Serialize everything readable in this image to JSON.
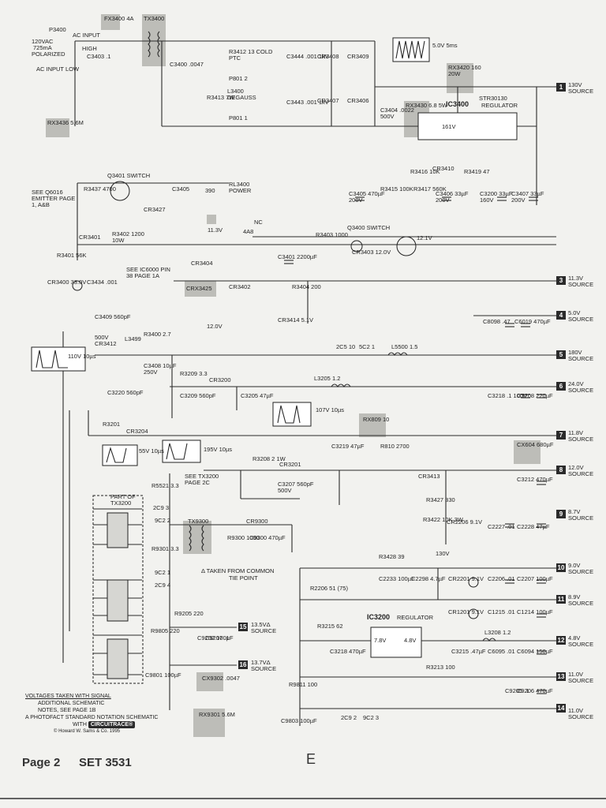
{
  "title": {
    "page": "Page 2",
    "set": "SET 3531",
    "section": "E"
  },
  "notes": {
    "voltages": "VOLTAGES TAKEN WITH SIGNAL",
    "additional_1": "ADDITIONAL SCHEMATIC",
    "additional_2": "NOTES, SEE PAGE 1B",
    "photofact": "A PHOTOFACT STANDARD NOTATION SCHEMATIC",
    "with": "WITH",
    "circuitrace": "CIRCUITRACE®",
    "copyright": "© Howard W. Sams & Co. 1995",
    "common_1": "Δ TAKEN FROM COMMON",
    "common_2": "TIE POINT"
  },
  "ac": {
    "p3400": "P3400",
    "volts": "120VAC",
    "amps": "725mA",
    "polarized": "POLARIZED",
    "input_high": "AC INPUT",
    "high": "HIGH",
    "input_low": "AC INPUT LOW"
  },
  "sources": [
    {
      "num": "1",
      "label": "130V SOURCE"
    },
    {
      "num": "3",
      "label": "11.3V SOURCE"
    },
    {
      "num": "4",
      "label": "5.0V SOURCE"
    },
    {
      "num": "5",
      "label": "180V SOURCE"
    },
    {
      "num": "6",
      "label": "24.0V SOURCE"
    },
    {
      "num": "7",
      "label": "11.8V SOURCE"
    },
    {
      "num": "8",
      "label": "12.0V SOURCE"
    },
    {
      "num": "9",
      "label": "8.7V SOURCE"
    },
    {
      "num": "10",
      "label": "9.0V SOURCE"
    },
    {
      "num": "11",
      "label": "8.9V SOURCE"
    },
    {
      "num": "12",
      "label": "4.8V SOURCE"
    },
    {
      "num": "13",
      "label": "11.0V SOURCE"
    },
    {
      "num": "14",
      "label": "11.0V SOURCE"
    },
    {
      "num": "15",
      "label": "13.5VΔ SOURCE"
    },
    {
      "num": "16",
      "label": "13.7VΔ SOURCE"
    }
  ],
  "ic": {
    "ic3400": "IC3400",
    "ic3400_type": "STR30130",
    "ic3400_sub": "REGULATOR",
    "ic3400_pin": "161V",
    "ic3200": "IC3200",
    "ic3200_sub": "REGULATOR",
    "ic3200_in": "7.8V",
    "ic3200_out": "4.8V"
  },
  "switches": {
    "q3401": "Q3401 SWITCH",
    "q3400": "Q3400 SWITCH",
    "q3400_c": "12.1V",
    "relay": "RL3400 POWER",
    "relay_v": "390"
  },
  "labels": [
    "FX3400 4A",
    "TX3400",
    "C3403 .1",
    "C3400 .0047",
    "R3412 13 COLD PTC",
    "P801 2",
    "L3400 DEGAUSS",
    "R3413 7W",
    "P801 1",
    "C3444 .001 1kV",
    "C3443 .001 1kV",
    "CR3408",
    "CR3407",
    "CR3409",
    "CR3406",
    "5.0V 5ms",
    "RX3420 160 20W",
    "C3404 .0022 500V",
    "RX3430 6.8 5W",
    "RX3436 5.6M",
    "R3437 4700",
    "SEE Q6016 EMITTER PAGE 1, A&B",
    "C3405",
    "CR3427",
    "11.3V",
    "NC",
    "4A8",
    "R3416 10K",
    "CR3410",
    "R3419 47",
    "R3417 560K",
    "R3415 100K",
    "C3405 470µF 200V",
    "C3406 33µF 200V",
    "C3200 33µF 160V",
    "C3407 33µF 200V",
    "CR3401",
    "R3402 1200 10W",
    "R3403 1000",
    "CR3403 12.0V",
    "R3401 56K",
    "CR3400 33.0V",
    "C3434 .001",
    "SEE IC6000 PIN 38 PAGE 1A",
    "C3401 2200µF",
    "CR3404",
    "CRX3425",
    "CR3402",
    "12.0V",
    "R3404 200",
    "CR3414 5.1V",
    "C8098 .47",
    "C6019 470µF",
    "C3409 560pF",
    "500V",
    "CR3412",
    "L3499",
    "R3400 2.7",
    "110V 10µs",
    "2C5 10",
    "5C2 1",
    "L5500 1.5",
    "C3408 10µF 250V",
    "R3209 3.3",
    "CR3200",
    "L3205 1.2",
    "C3220 560pF",
    "C3209 560pF",
    "C3205 47µF",
    "C3218 .1 100V",
    "C3208 220µF",
    "R3201",
    "CR3204",
    "107V 10µs",
    "55V 10µs",
    "195V 10µs",
    "RX809 10",
    "R810 2700",
    "C3219 47µF",
    "CX604 680µF",
    "R3208 2 1W",
    "CR3201",
    "SEE TX3200 PAGE 2C",
    "C3207 560pF 500V",
    "CR3413",
    "R3427 330",
    "R3422 10K 3W",
    "CR2206 9.1V",
    "C2227 .01",
    "C2228 47µF",
    "C3212 470µF",
    "130V",
    "PART OF TX3200",
    "R5521 3.3",
    "2C9 3",
    "9C2 2",
    "TX9300",
    "CR9300",
    "R9300 1000",
    "C9300 470µF",
    "R9301 3.3",
    "9C2 1",
    "2C9 4",
    "R3428 39",
    "C2233 100µF",
    "C2298 4.7µF",
    "CR2201 9.1V",
    "C2206 .01",
    "C2207 100µF",
    "R2206 51 (75)",
    "CR1201 9.1V",
    "C1215 .01",
    "C1214 100µF",
    "R9205 220",
    "R9805 220",
    "C9202 100µF",
    "C9207 .1",
    "R3215 62",
    "C3218 470µF",
    "L3208 1.2",
    "C3215 .47µF",
    "C6095 .01",
    "C6094 150µF",
    "C9801 100µF",
    "CX9302 .0047",
    "RX9301 5.6M",
    "R9811 100",
    "R3213 100",
    "C9205 .1",
    "C9206 470µF",
    "C9803 100µF",
    "2C9 2",
    "9C2 3"
  ]
}
